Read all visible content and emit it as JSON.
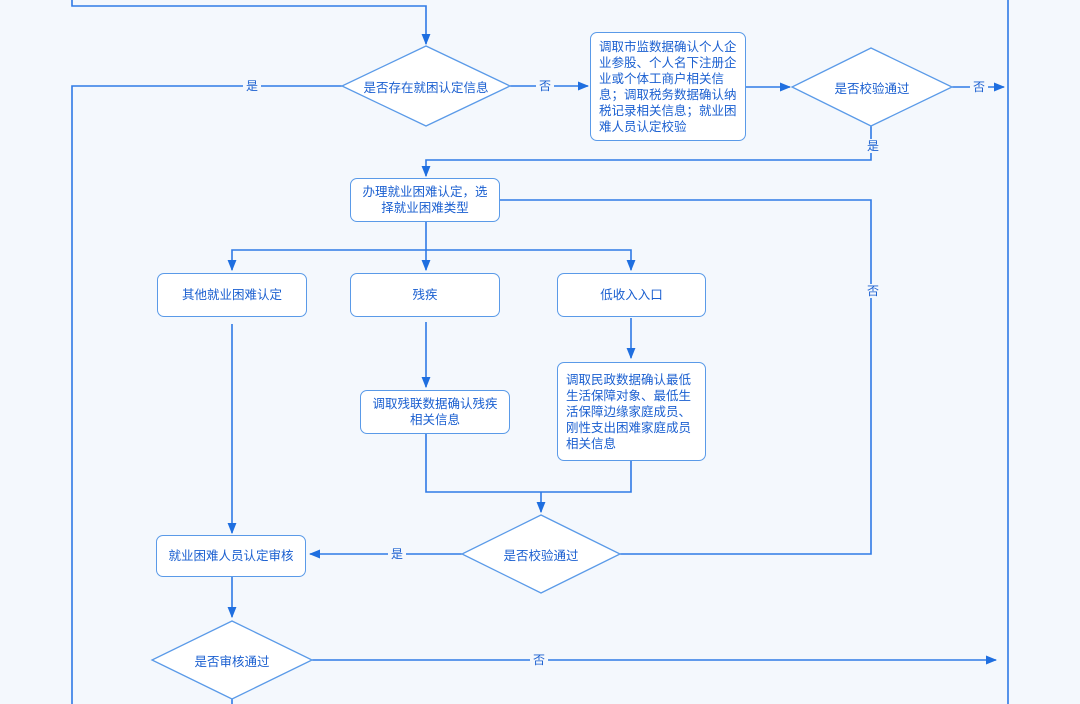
{
  "nodes": {
    "d_exists": "是否存在就困认定信息",
    "call_market": "调取市监数据确认个人企业参股、个人名下注册企业或个体工商户相关信息；调取税务数据确认纳税记录相关信息；就业困难人员认定校验",
    "d_verify_top": "是否校验通过",
    "handle": "办理就业困难认定，选择就业困难类型",
    "other": "其他就业困难认定",
    "disabled": "残疾",
    "low_income": "低收入入口",
    "call_disabled": "调取残联数据确认残疾相关信息",
    "call_civil": "调取民政数据确认最低生活保障对象、最低生活保障边缘家庭成员、刚性支出困难家庭成员相关信息",
    "d_verify_mid": "是否校验通过",
    "review": "就业困难人员认定审核",
    "d_review": "是否审核通过"
  },
  "labels": {
    "yes_left": "是",
    "no_exists": "否",
    "no_top_right": "否",
    "yes_top": "是",
    "no_loop": "否",
    "yes_mid": "是",
    "no_review": "否"
  }
}
